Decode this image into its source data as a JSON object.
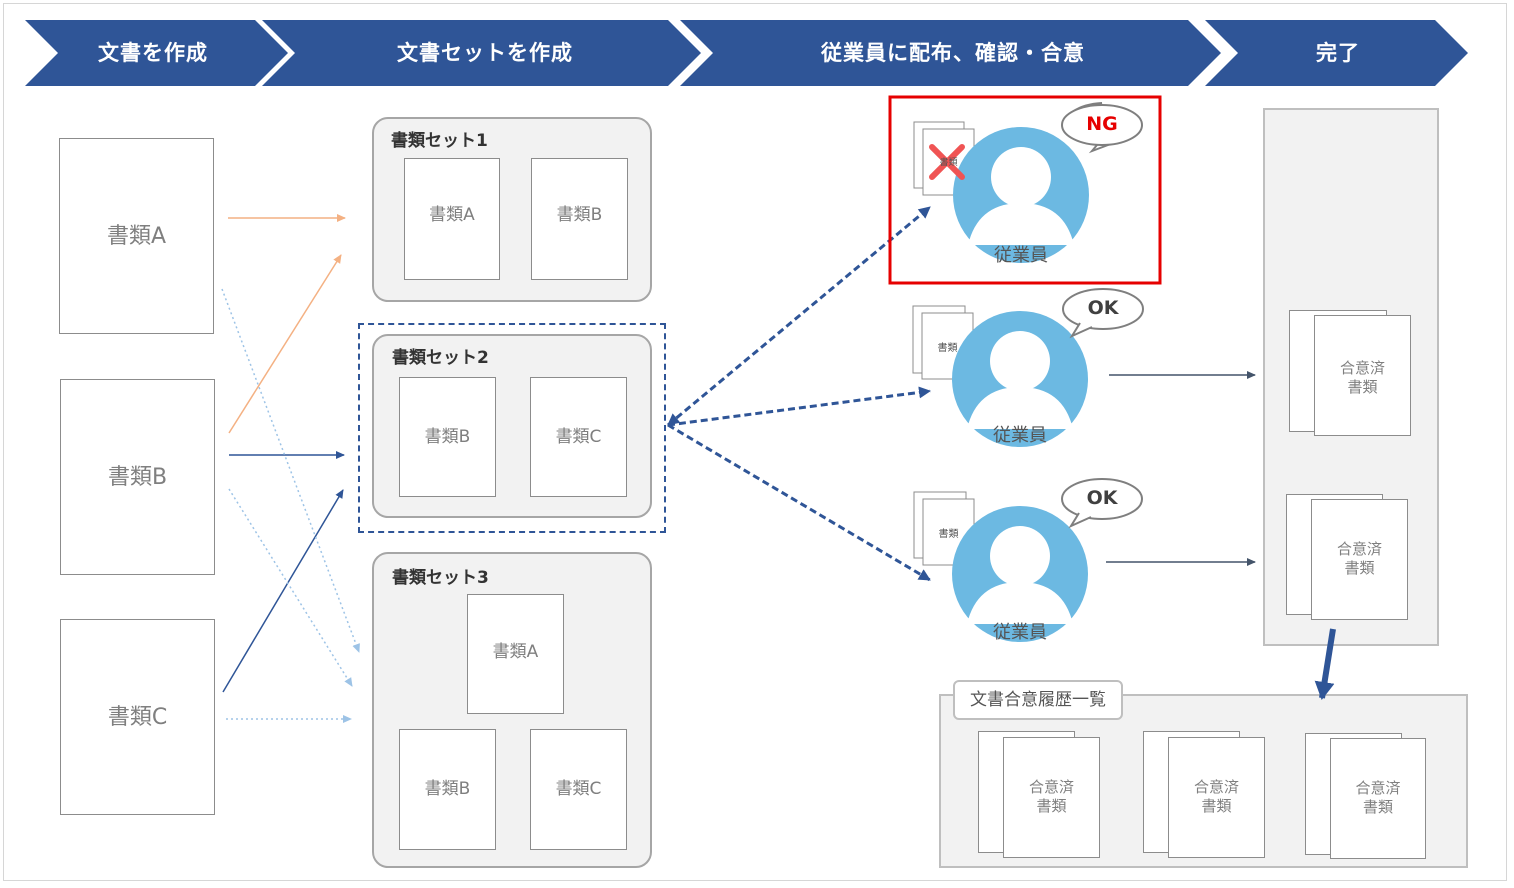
{
  "steps": [
    {
      "label": "文書を作成"
    },
    {
      "label": "文書セットを作成"
    },
    {
      "label": "従業員に配布、確認・合意"
    },
    {
      "label": "完了"
    }
  ],
  "documents": {
    "a": "書類A",
    "b": "書類B",
    "c": "書類C"
  },
  "sets": [
    {
      "title": "書類セット1",
      "docs": [
        "書類A",
        "書類B"
      ]
    },
    {
      "title": "書類セット2",
      "docs": [
        "書類B",
        "書類C"
      ]
    },
    {
      "title": "書類セット3",
      "docs": [
        "書類A",
        "書類B",
        "書類C"
      ]
    }
  ],
  "employees": [
    {
      "name": "従業員",
      "status": "NG",
      "doc_label": "書類"
    },
    {
      "name": "従業員",
      "status": "OK",
      "doc_label": "書類"
    },
    {
      "name": "従業員",
      "status": "OK",
      "doc_label": "書類"
    }
  ],
  "agreed_doc": {
    "line1": "合意済",
    "line2": "書類"
  },
  "history": {
    "title": "文書合意履歴一覧"
  },
  "colors": {
    "chevron": "#2f5597",
    "employee": "#6cb9e2",
    "ng": "#ff0000",
    "orange_arrow": "#f4b183",
    "dark_arrow": "#2f5597",
    "dotted_arrow": "#9dc3e6"
  }
}
